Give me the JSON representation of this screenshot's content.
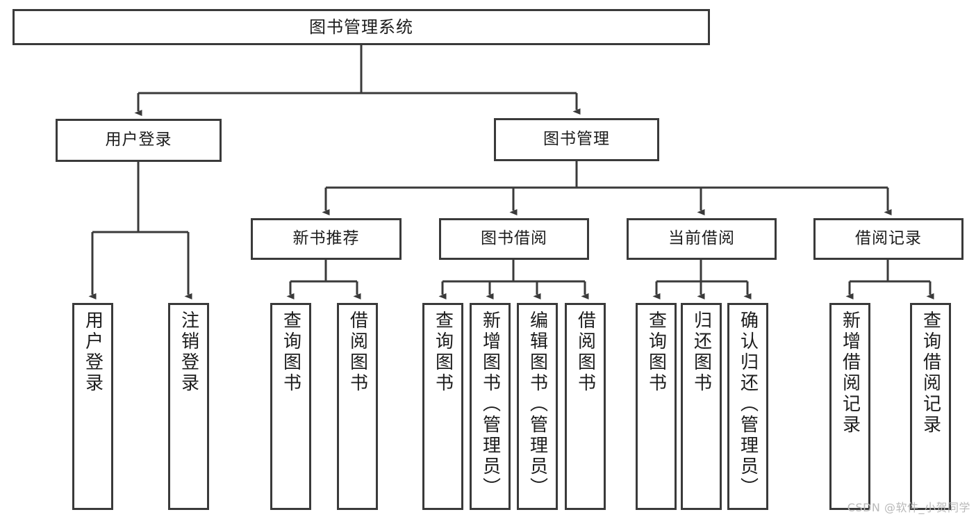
{
  "diagram": {
    "title": "图书管理系统",
    "type": "tree",
    "colors": {
      "stroke": "#3a3a3a",
      "fill": "#ffffff",
      "text": "#1c1c1c",
      "watermark": "#b9b9b9"
    },
    "root": {
      "label": "图书管理系统"
    },
    "level2": [
      {
        "label": "用户登录"
      },
      {
        "label": "图书管理"
      }
    ],
    "level3": [
      {
        "label": "新书推荐"
      },
      {
        "label": "图书借阅"
      },
      {
        "label": "当前借阅"
      },
      {
        "label": "借阅记录"
      }
    ],
    "leaves": {
      "user_login": [
        {
          "label": "用户登录"
        },
        {
          "label": "注销登录"
        }
      ],
      "new_book": [
        {
          "label": "查询图书"
        },
        {
          "label": "借阅图书"
        }
      ],
      "book_borrow": [
        {
          "label": "查询图书"
        },
        {
          "label": "新增图书（管理员）"
        },
        {
          "label": "编辑图书（管理员）"
        },
        {
          "label": "借阅图书"
        }
      ],
      "current_borrow": [
        {
          "label": "查询图书"
        },
        {
          "label": "归还图书"
        },
        {
          "label": "确认归还（管理员）"
        }
      ],
      "borrow_record": [
        {
          "label": "新增借阅记录"
        },
        {
          "label": "查询借阅记录"
        }
      ]
    }
  },
  "watermark": {
    "text": "CSDN @软件_小贺同学"
  }
}
